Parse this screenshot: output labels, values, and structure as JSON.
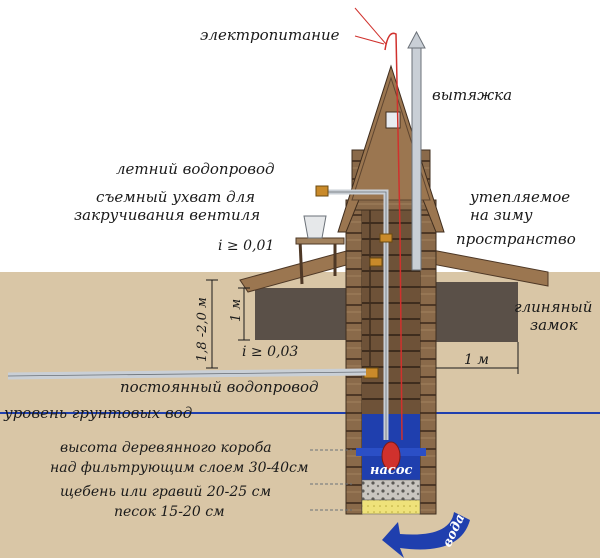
{
  "labels": {
    "power": "электропитание",
    "exhaust": "вытяжка",
    "summer_pipe": "летний водопровод",
    "handle_line1": "съемный ухват для",
    "handle_line2": "закручивания вентиля",
    "slope_top": "i ≥ 0,01",
    "insulated_line1": "утепляемое",
    "insulated_line2": "на зиму",
    "insulated_line3": "пространство",
    "depth_range": "1,8 -2,0 м",
    "depth_1m": "1 м",
    "clay_line1": "глиняный",
    "clay_line2": "замок",
    "slope_bottom": "i ≥ 0,03",
    "width_1m": "1 м",
    "permanent_pipe": "постоянный водопровод",
    "groundwater": "уровень грунтовых вод",
    "box_height_line1": "высота деревянного короба",
    "box_height_line2": "над фильтрующим  слоем 30-40см",
    "gravel": "щебень или гравий 20-25 см",
    "sand": "песок 15-20 см",
    "pump": "насос",
    "water": "вода"
  },
  "colors": {
    "soil": "#d9c6a6",
    "soil_dark": "#c9b08a",
    "wood": "#8a6a4a",
    "wood_dark": "#5e4530",
    "roof": "#9b7650",
    "water": "#1f3fae",
    "groundwater_line": "#1f3fae",
    "pipe": "#c9cfd6",
    "clay": "#5a5048",
    "power_line": "#d0312d"
  }
}
